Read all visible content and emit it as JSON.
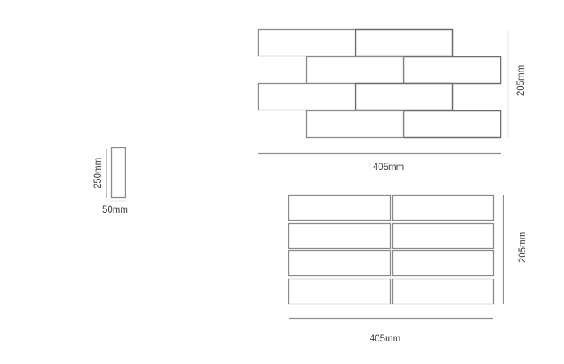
{
  "single_tile": {
    "height_label": "250mm",
    "width_label": "50mm"
  },
  "offset_panel": {
    "pattern": "running bond (offset)",
    "width_label": "405mm",
    "height_label": "205mm",
    "rows": 4,
    "tiles_per_row": 2
  },
  "stacked_panel": {
    "pattern": "stack bond",
    "width_label": "405mm",
    "height_label": "205mm",
    "rows": 4,
    "tiles_per_row": 2
  },
  "colors": {
    "tile_stroke": "#8a8a8a",
    "dimension_line": "#8f8f8f",
    "label_text": "#444444",
    "background": "#ffffff"
  }
}
